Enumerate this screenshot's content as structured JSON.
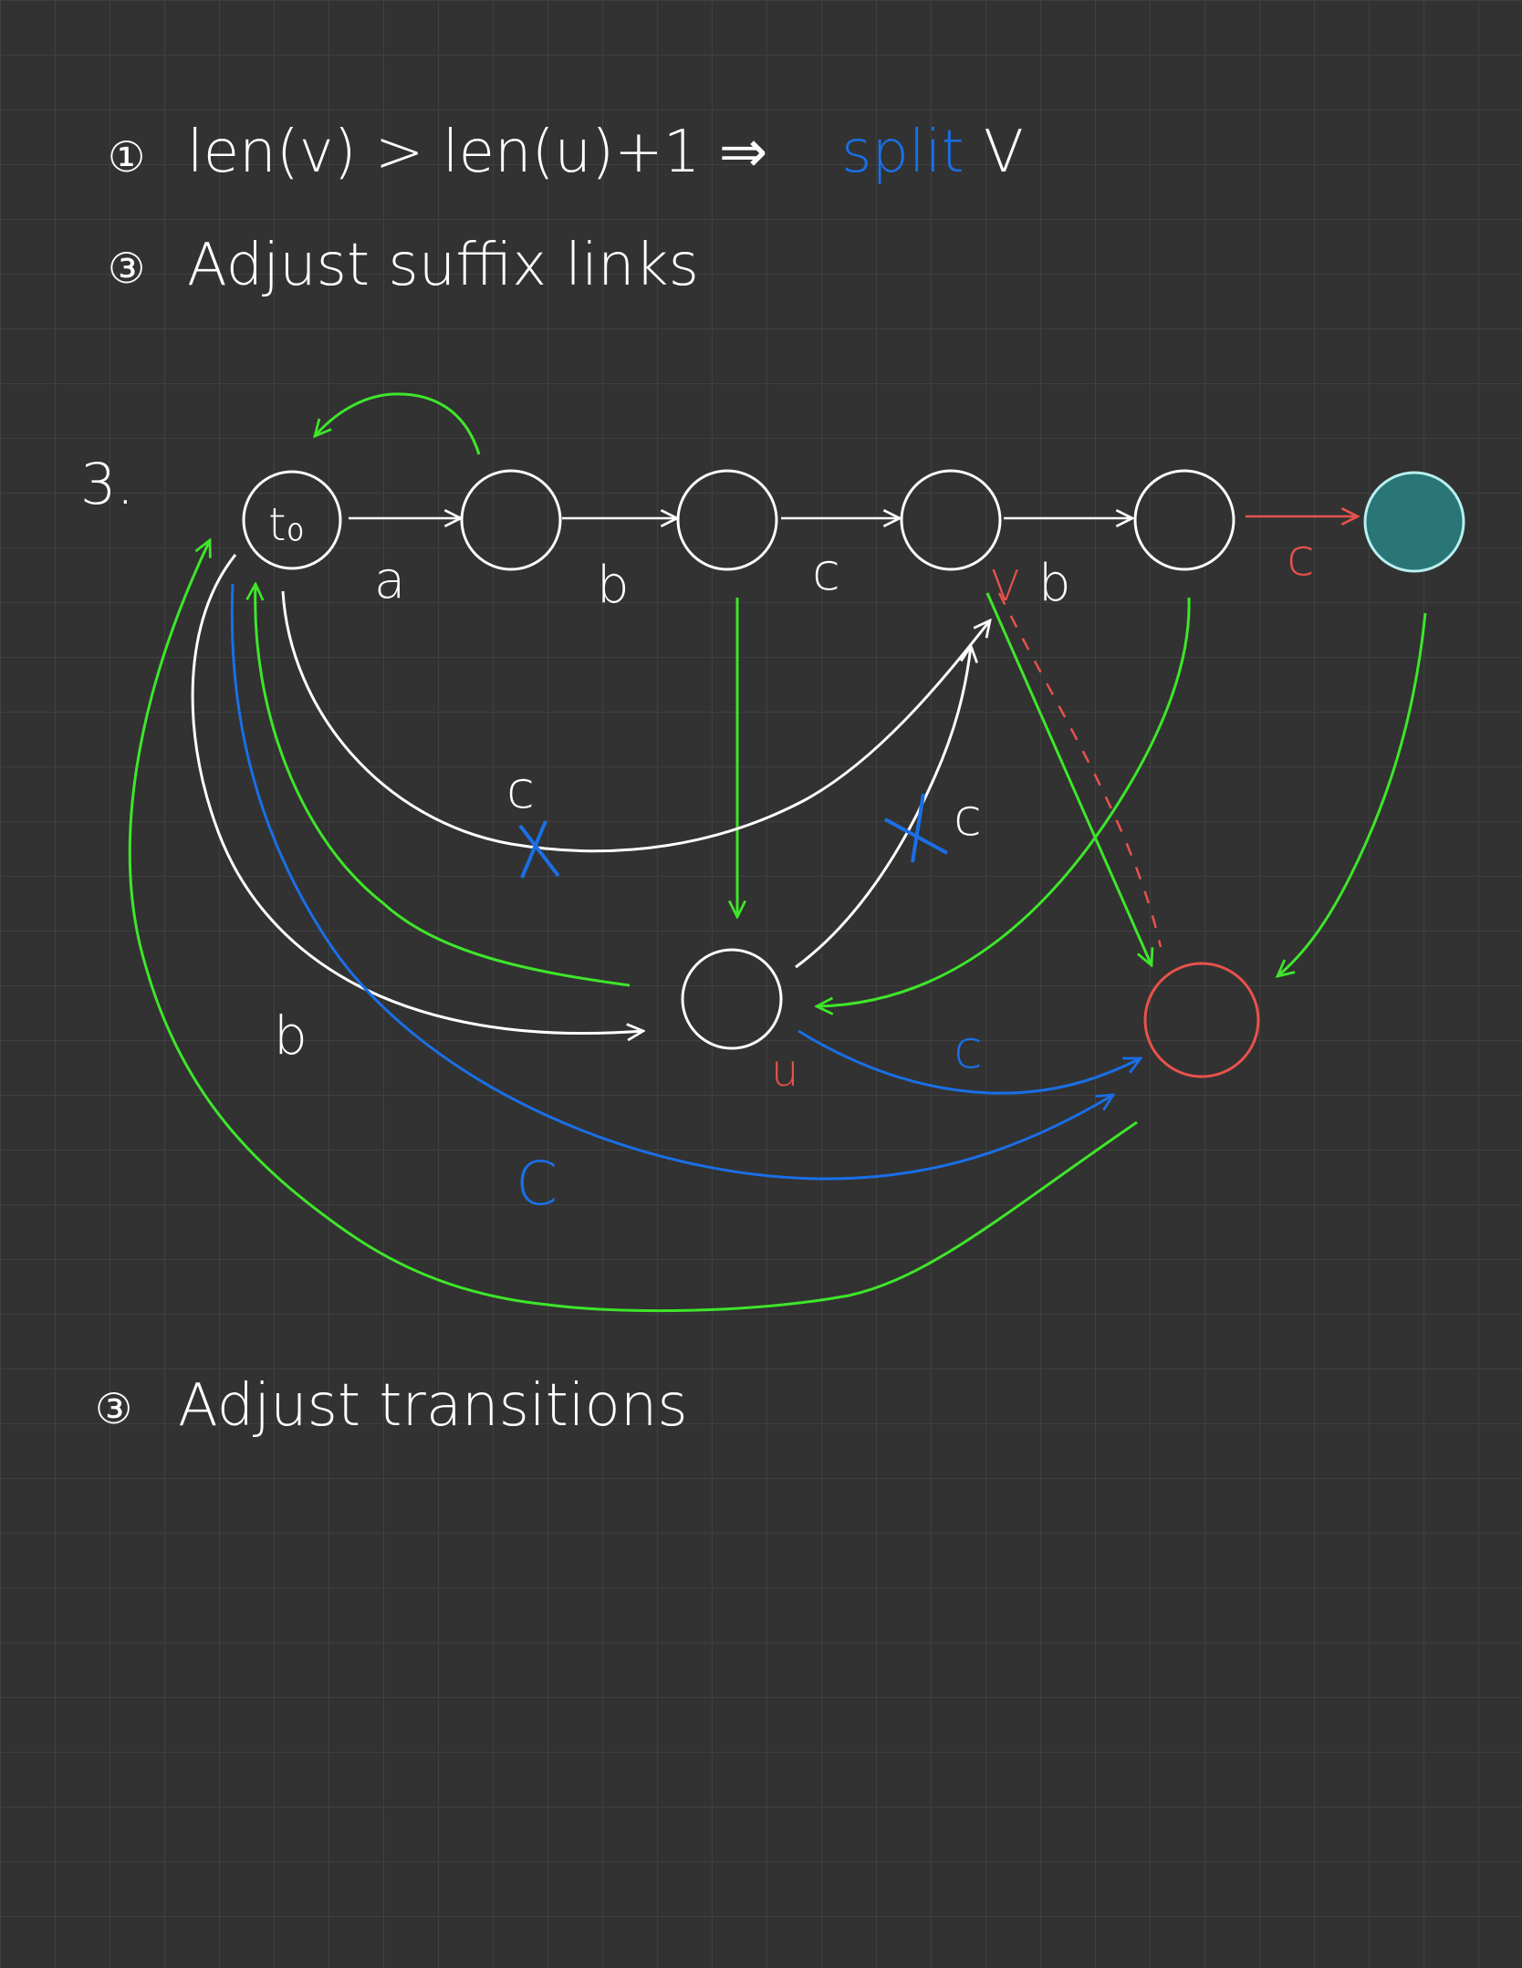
{
  "notes": {
    "line1": {
      "marker": "①",
      "condition": "len(v) > len(u)+1 ⇒",
      "action": "split",
      "target": "V"
    },
    "line2": {
      "marker": "③",
      "text": "Adjust suffix links"
    },
    "line3": {
      "marker": "③",
      "text": "Adjust transitions"
    }
  },
  "diagram": {
    "step_label": "3.",
    "root_label": "t₀",
    "edge_labels": {
      "a": "a",
      "b_top": "b",
      "c_top": "c",
      "b_after_v": "b",
      "c_red": "c",
      "c_white_cross": "c",
      "c_white_up": "c",
      "b_lower": "b",
      "c_blue_short": "c",
      "c_blue_long": "C"
    },
    "node_labels": {
      "v": "V",
      "u": "u"
    }
  },
  "colors": {
    "background": "#323232",
    "grid": "#404040",
    "ink_white": "#ffffff",
    "green": "#3ee62a",
    "blue": "#1a6fe6",
    "red": "#e8524c",
    "teal": "#2a7676"
  }
}
